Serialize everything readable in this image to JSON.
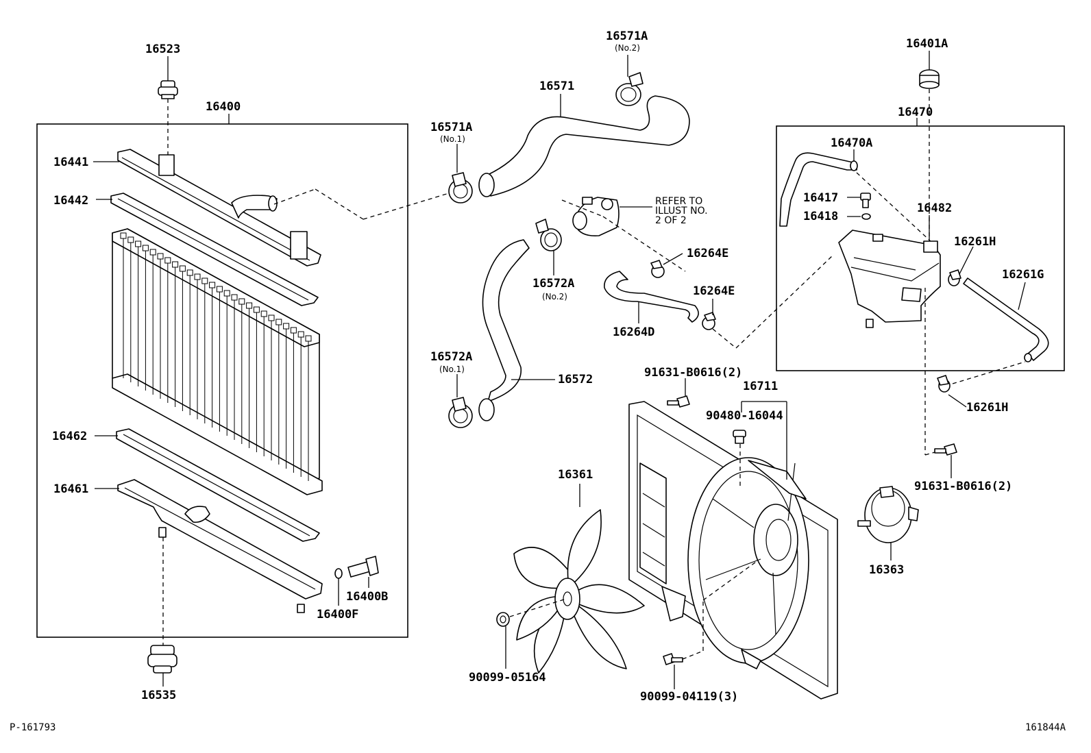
{
  "labels": {
    "p16523": "16523",
    "p16400": "16400",
    "p16441": "16441",
    "p16442": "16442",
    "p16462": "16462",
    "p16461": "16461",
    "p16400b": "16400B",
    "p16400f": "16400F",
    "p16535": "16535",
    "p16571a_no2": "16571A",
    "p16571": "16571",
    "p16571a_no1": "16571A",
    "p16572a_no2": "16572A",
    "p16572a_no1": "16572A",
    "p16572": "16572",
    "p16264e_top": "16264E",
    "p16264e_bottom": "16264E",
    "p16264d": "16264D",
    "p16401a": "16401A",
    "p16470": "16470",
    "p16470a": "16470A",
    "p16417": "16417",
    "p16418": "16418",
    "p16482": "16482",
    "p16261h_top": "16261H",
    "p16261g": "16261G",
    "p16261h_bottom": "16261H",
    "p91631_top": "91631-B0616(2)",
    "p16711": "16711",
    "p90480": "90480-16044",
    "p91631_right": "91631-B0616(2)",
    "p16361": "16361",
    "p16363": "16363",
    "p90099_05164": "90099-05164",
    "p90099_04119": "90099-04119(3)"
  },
  "sublabels": {
    "no2_top": "(No.2)",
    "no1_top": "(No.1)",
    "no2_mid": "(No.2)",
    "no1_bottom": "(No.1)"
  },
  "reference_note": {
    "line1": "REFER TO",
    "line2": "ILLUST NO.",
    "line3": "2 OF 2"
  },
  "footer": {
    "left_code": "P-161793",
    "right_code": "161844A"
  }
}
